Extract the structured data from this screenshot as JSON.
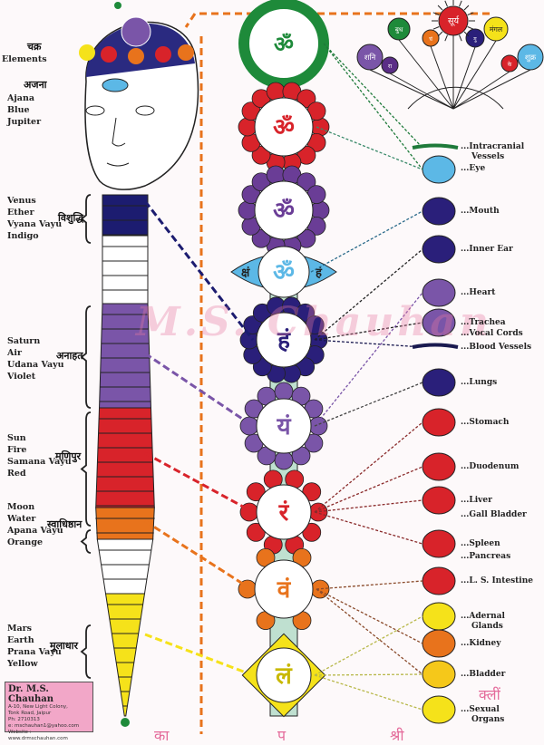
{
  "watermark": "M.S. Chauhan",
  "left_labels": {
    "heading": {
      "hindi": "चक्र",
      "english": "Elements"
    },
    "ajna": {
      "hindi": "अजना",
      "lines": [
        "Ajana",
        "Blue",
        "Jupiter"
      ]
    },
    "vishuddhi": {
      "hindi": "विशुद्धि",
      "lines": [
        "Venus",
        "Ether",
        "Vyana Vayu",
        "Indigo"
      ]
    },
    "anahata": {
      "hindi": "अनाहत",
      "lines": [
        "Saturn",
        "Air",
        "Udana Vayu",
        "Violet"
      ]
    },
    "manipur": {
      "hindi": "मणिपुर",
      "lines": [
        "Sun",
        "Fire",
        "Samana Vayu",
        "Red"
      ]
    },
    "swadhisthan": {
      "hindi": "स्वाधिष्ठान",
      "lines": [
        "Moon",
        "Water",
        "Apana Vayu",
        "Orange"
      ]
    },
    "muladhar": {
      "hindi": "मूलाधार",
      "lines": [
        "Mars",
        "Earth",
        "Prana Vayu",
        "Yellow"
      ]
    }
  },
  "contact_card": {
    "name": "Dr. M.S. Chauhan",
    "lines": [
      "A-10, New Light Colony,",
      "Tonk Road, Jaipur",
      "Ph: 2710313",
      "e: mschauhan1@yahoo.com",
      "Website : www.drmschauhan.com"
    ]
  },
  "chakras": [
    {
      "bija": "ॐ",
      "color": "#1e8a3a",
      "type": "crown"
    },
    {
      "bija": "ॐ",
      "color": "#d8232a",
      "type": "lotus"
    },
    {
      "bija": "ॐ",
      "color": "#6a3d96",
      "type": "lotus"
    },
    {
      "bija": "ॐ",
      "side_left": "क्षं",
      "side_right": "हं",
      "color": "#5cb8e6",
      "type": "ajna"
    },
    {
      "bija": "हं",
      "color": "#2a1f7a",
      "type": "lotus"
    },
    {
      "bija": "यं",
      "color": "#7a55a8",
      "type": "lotus"
    },
    {
      "bija": "रं",
      "color": "#d8232a",
      "type": "lotus"
    },
    {
      "bija": "वं",
      "color": "#e8731c",
      "type": "lotus"
    },
    {
      "bija": "लं",
      "color": "#f5e21a",
      "type": "square"
    }
  ],
  "planets": [
    "शनि",
    "रा",
    "बुध",
    "चं",
    "सूर्य",
    "गु",
    "मंगल",
    "के",
    "शुक्र"
  ],
  "organs": [
    {
      "label": "...Intracranial",
      "label2": "Vessels",
      "color": "#1e7a3a"
    },
    {
      "label": "...Eye",
      "color": "#5cb8e6"
    },
    {
      "label": "...Mouth",
      "color": "#2a1f7a"
    },
    {
      "label": "...Inner Ear",
      "color": "#2a1f7a"
    },
    {
      "label": "...Heart",
      "color": "#7a55a8"
    },
    {
      "label": "...Trachea",
      "color": "#7a55a8"
    },
    {
      "label": "...Vocal Cords",
      "color": "#7a55a8"
    },
    {
      "label": "...Blood Vessels",
      "color": "#1a1a50"
    },
    {
      "label": "...Lungs",
      "color": "#2a1f7a"
    },
    {
      "label": "...Stomach",
      "color": "#d8232a"
    },
    {
      "label": "...Duodenum",
      "color": "#d8232a"
    },
    {
      "label": "...Liver",
      "color": "#d8232a"
    },
    {
      "label": "...Gall Bladder",
      "color": "#d8232a"
    },
    {
      "label": "...Spleen",
      "color": "#d8232a"
    },
    {
      "label": "...Pancreas",
      "color": "#d8232a"
    },
    {
      "label": "...L. S. Intestine",
      "color": "#d8232a"
    },
    {
      "label": "...Adernal",
      "label2": "Glands",
      "color": "#f5e21a"
    },
    {
      "label": "...Kidney",
      "color": "#e8731c"
    },
    {
      "label": "...Bladder",
      "color": "#f5c81a"
    },
    {
      "label": "...Sexual",
      "label2": "Organs",
      "color": "#f5e21a"
    }
  ],
  "bottom_letters": [
    "का",
    "प",
    "श्री"
  ],
  "side_letter": "क्लीं"
}
